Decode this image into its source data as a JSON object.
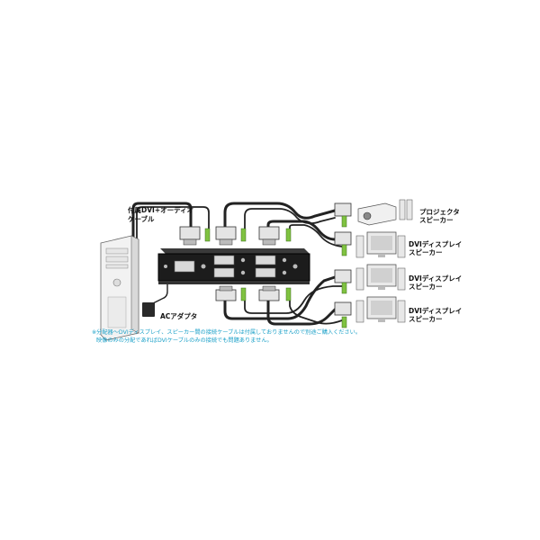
{
  "labels": {
    "cable_label_line1": "付属DVI+オーディオ",
    "cable_label_line2": "ケーブル",
    "ac_adapter": "ACアダプタ",
    "projector_line1": "プロジェクタ",
    "projector_line2": "スピーカー",
    "display1_line1": "DVIディスプレイ",
    "display1_line2": "スピーカー",
    "display2_line1": "DVIディスプレイ",
    "display2_line2": "スピーカー",
    "display3_line1": "DVIディスプレイ",
    "display3_line2": "スピーカー"
  },
  "note": {
    "line1": "※分配器～DVIディスプレイ、スピーカー間の接続ケーブルは付属しておりませんので別途ご購入ください。",
    "line2": "映像のみの分配であればDVIケーブルのみの接続でも問題ありません。"
  },
  "colors": {
    "cable": "#222222",
    "audio_plug": "#7fc241",
    "device_body": "#1c1c1c",
    "note_text": "#1aa0c8"
  }
}
